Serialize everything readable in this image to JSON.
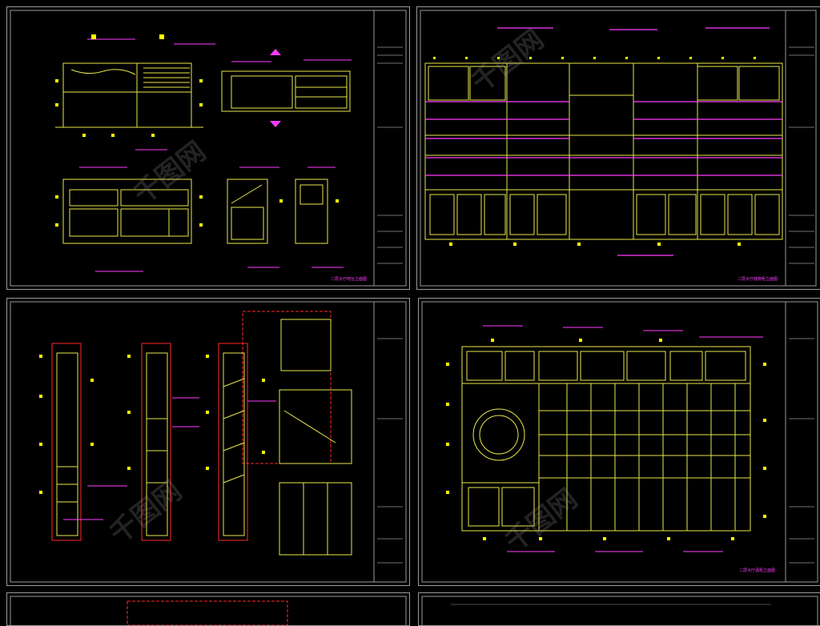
{
  "watermark": "千图网",
  "colors": {
    "background": "#000000",
    "frame": "#9a9a9a",
    "furniture": "#e8e84a",
    "annotation": "#ff3cff",
    "section_line": "#ff2a2a",
    "dimension_tick": "#ffff00",
    "title_block_text": "#e0e0e0"
  },
  "sheets": [
    {
      "id": "sheet-top-left",
      "title": "二层大厅吧台立面图"
    },
    {
      "id": "sheet-top-right",
      "title": "二层大厅储物柜立面图"
    },
    {
      "id": "sheet-mid-left",
      "title": ""
    },
    {
      "id": "sheet-mid-right",
      "title": "二层大厅酒柜立面图"
    },
    {
      "id": "sheet-bottom-left",
      "title": ""
    },
    {
      "id": "sheet-bottom-right",
      "title": ""
    }
  ]
}
